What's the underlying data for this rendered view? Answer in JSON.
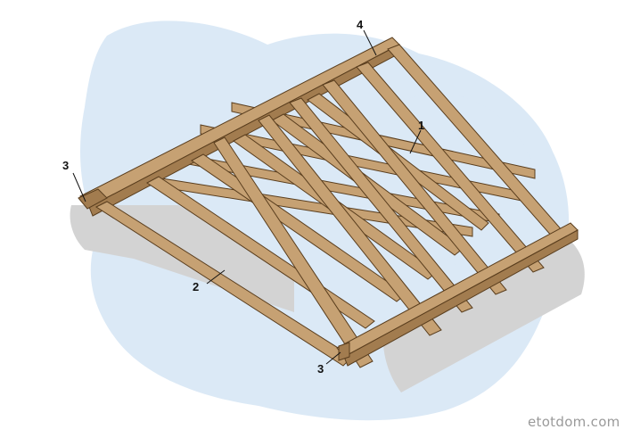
{
  "diagram": {
    "labels": {
      "rafter": "1",
      "eave_rafter": "2",
      "wall_plate_left": "3",
      "wall_plate_bottom": "3",
      "ridge": "4"
    },
    "watermark": "etotdom.com"
  },
  "colors": {
    "backdrop": "#dbe9f6",
    "wall": "#d3d3d3",
    "wood_face": "#c6a173",
    "wood_side": "#a27c4f",
    "wood_edge": "#5a3e1e"
  }
}
